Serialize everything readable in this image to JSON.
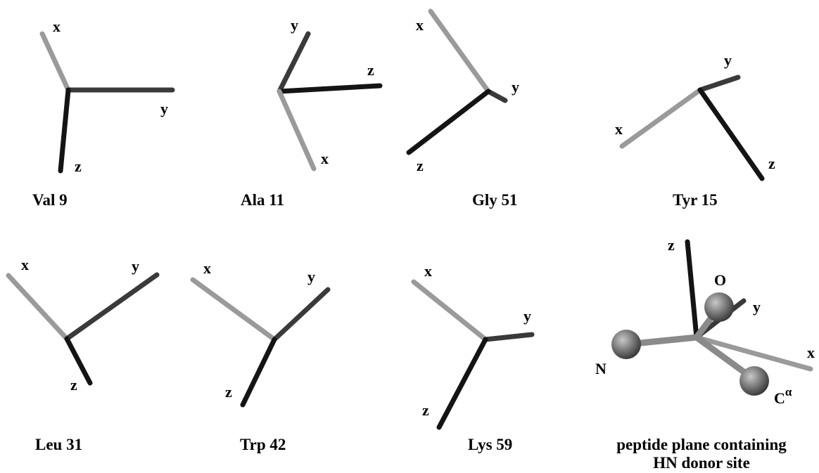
{
  "colors": {
    "x_axis": "#9a9a9a",
    "y_axis": "#3a3a3a",
    "z_axis": "#141414",
    "atom": "#6e6e6e",
    "bond": "#8a8a8a"
  },
  "panels": [
    {
      "caption": "Val 9",
      "axes": [
        "x",
        "y",
        "z"
      ]
    },
    {
      "caption": "Ala 11",
      "axes": [
        "y",
        "z",
        "x"
      ]
    },
    {
      "caption": "Gly 51",
      "axes": [
        "x",
        "y",
        "z"
      ]
    },
    {
      "caption": "Tyr 15",
      "axes": [
        "y",
        "x",
        "z"
      ]
    },
    {
      "caption": "Leu 31",
      "axes": [
        "x",
        "y",
        "z"
      ]
    },
    {
      "caption": "Trp 42",
      "axes": [
        "x",
        "y",
        "z"
      ]
    },
    {
      "caption": "Lys 59",
      "axes": [
        "x",
        "y",
        "z"
      ]
    },
    {
      "caption_lines": [
        "peptide plane containing",
        "HN donor site"
      ],
      "axes": [
        "z",
        "y",
        "x"
      ],
      "atoms": [
        "O",
        "N",
        "C",
        "α"
      ]
    }
  ]
}
